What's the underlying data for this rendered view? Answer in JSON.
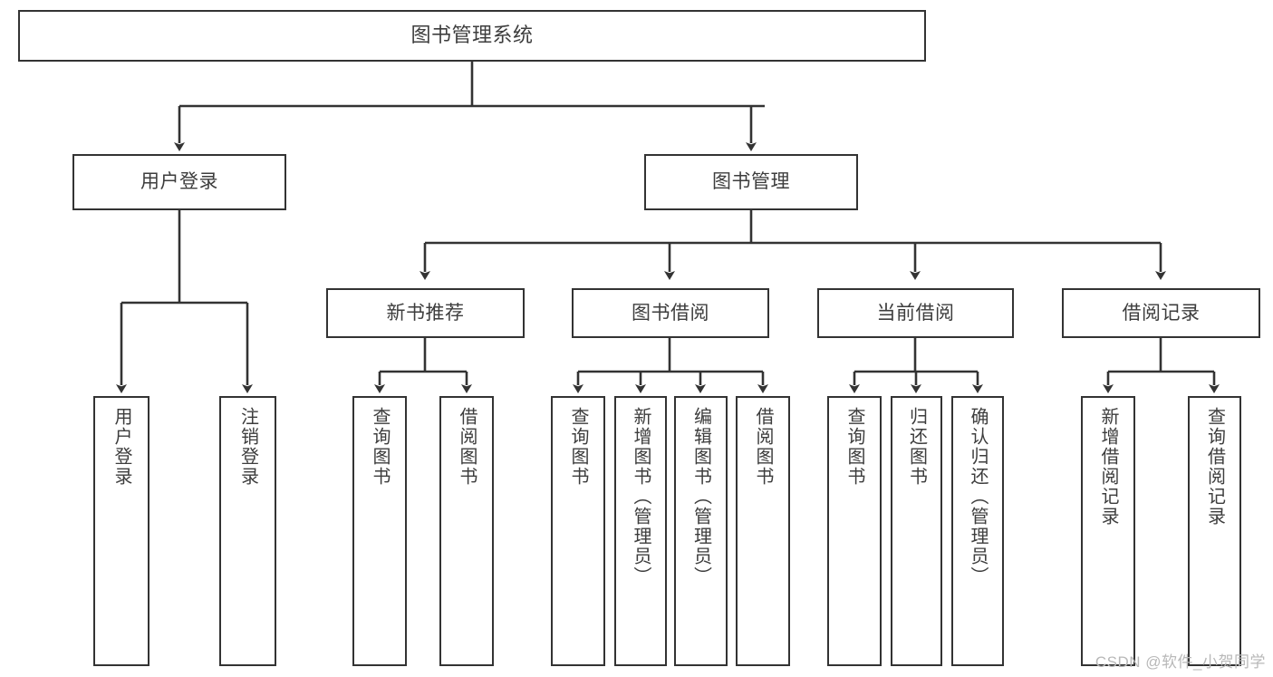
{
  "diagram": {
    "title": "图书管理系统",
    "type": "tree-hierarchy-diagram",
    "root": {
      "label": "图书管理系统"
    },
    "level2": [
      {
        "label": "用户登录"
      },
      {
        "label": "图书管理"
      }
    ],
    "level3": [
      {
        "label": "新书推荐"
      },
      {
        "label": "图书借阅"
      },
      {
        "label": "当前借阅"
      },
      {
        "label": "借阅记录"
      }
    ],
    "leaves": {
      "user_login": [
        {
          "label": "用户登录"
        },
        {
          "label": "注销登录"
        }
      ],
      "new_book_recommend": [
        {
          "label": "查询图书"
        },
        {
          "label": "借阅图书"
        }
      ],
      "book_borrow": [
        {
          "label": "查询图书"
        },
        {
          "label": "新增图书（管理员）"
        },
        {
          "label": "编辑图书（管理员）"
        },
        {
          "label": "借阅图书"
        }
      ],
      "current_borrow": [
        {
          "label": "查询图书"
        },
        {
          "label": "归还图书"
        },
        {
          "label": "确认归还（管理员）"
        }
      ],
      "borrow_record": [
        {
          "label": "新增借阅记录"
        },
        {
          "label": "查询借阅记录"
        }
      ]
    }
  },
  "watermark": {
    "text": "CSDN @软件_小贺同学"
  },
  "colors": {
    "box_border": "#333333",
    "box_fill": "#ffffff",
    "text": "#3d3d3d",
    "connector": "#333333",
    "watermark": "#b8b8b8",
    "background": "#ffffff"
  }
}
